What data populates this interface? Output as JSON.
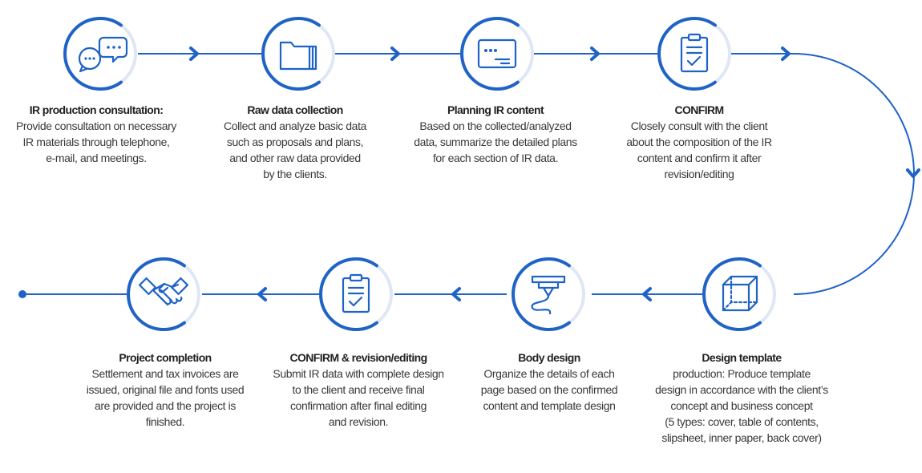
{
  "colors": {
    "primary": "#1f63c6",
    "ring_light": "#dfe7f5",
    "text": "#3a3a3a",
    "title": "#222222"
  },
  "steps": [
    {
      "icon": "chat-bubbles-icon",
      "title": "IR production consultation:",
      "desc": "Provide consultation on necessary\nIR materials through telephone,\ne-mail, and meetings."
    },
    {
      "icon": "folder-icon",
      "title": "Raw data collection",
      "desc": "Collect and analyze basic data\nsuch as proposals and plans,\nand other raw data provided\nby the clients."
    },
    {
      "icon": "id-card-icon",
      "title": "Planning IR content",
      "desc": "Based on the collected/analyzed\ndata, summarize the detailed plans\nfor each section of IR data."
    },
    {
      "icon": "clipboard-check-icon",
      "title": "CONFIRM",
      "desc": "Closely consult with the client\nabout the composition of the IR\ncontent and confirm it after\nrevision/editing"
    },
    {
      "icon": "cube-icon",
      "title": "Design template",
      "desc": "production: Produce template\ndesign in accordance with the client’s\nconcept and business concept\n(5 types: cover, table of contents,\nslipsheet, inner paper, back cover)"
    },
    {
      "icon": "tablet-pen-icon",
      "title": "Body design",
      "desc": "Organize the details of each\npage based on the confirmed\ncontent and template design"
    },
    {
      "icon": "clipboard-check-icon",
      "title": "CONFIRM & revision/editing",
      "desc": "Submit IR data with complete design\nto the client and receive final\nconfirmation after final editing\nand revision."
    },
    {
      "icon": "handshake-icon",
      "title": "Project completion",
      "desc": "Settlement and tax invoices are\nissued, original file and fonts used\nare provided and the project is\nfinished."
    }
  ]
}
